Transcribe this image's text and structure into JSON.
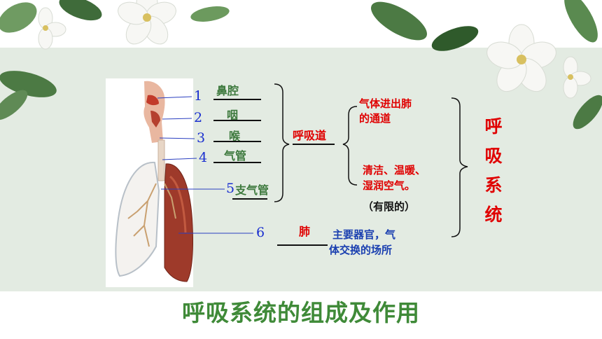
{
  "title": "呼吸系统的组成及作用",
  "organs": [
    {
      "num": "1",
      "name": "鼻腔"
    },
    {
      "num": "2",
      "name": "咽"
    },
    {
      "num": "3",
      "name": "喉"
    },
    {
      "num": "4",
      "name": "气管"
    },
    {
      "num": "5",
      "name": "支气管"
    },
    {
      "num": "6",
      "name": "肺"
    }
  ],
  "tract": {
    "name": "呼吸道",
    "function1": [
      "气体进出肺",
      "的通道"
    ],
    "function2": [
      "清洁、温暖、",
      "湿润空气。"
    ],
    "limit_note": "（有限的）"
  },
  "lung_function": [
    "主要器官，气",
    "体交换的场所"
  ],
  "system": [
    "呼",
    "吸",
    "系",
    "统"
  ],
  "colors": {
    "panel": "#e3ebe2",
    "green": "#3e7a3e",
    "red": "#e00000",
    "blue": "#1a3fb0",
    "title": "#3f8a38"
  }
}
